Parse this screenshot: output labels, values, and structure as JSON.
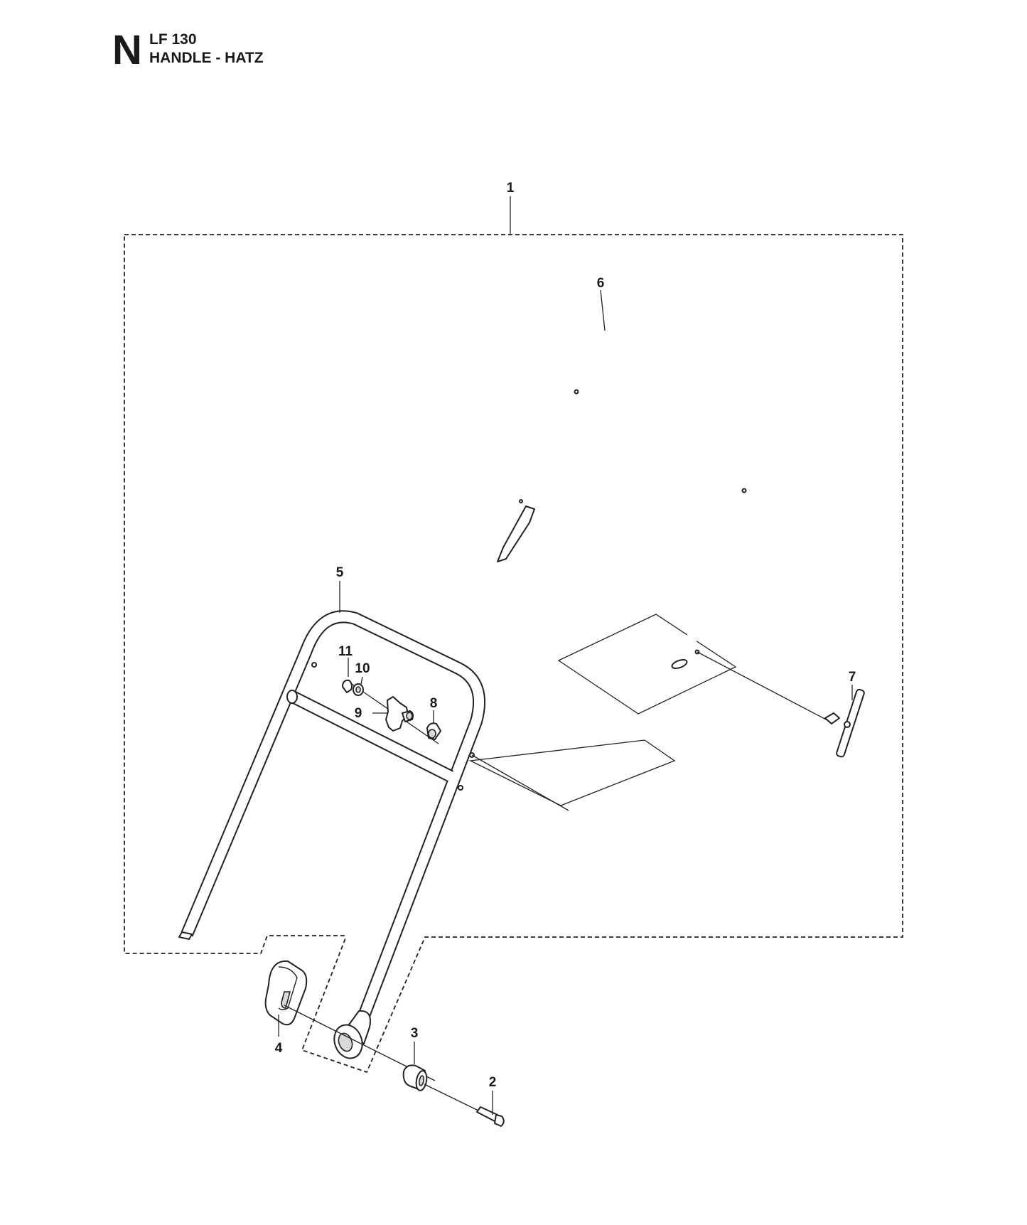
{
  "header": {
    "section_letter": "N",
    "model": "LF 130",
    "title": "HANDLE - HATZ"
  },
  "callouts": [
    "1",
    "2",
    "3",
    "4",
    "5",
    "6",
    "7",
    "8",
    "9",
    "10",
    "11"
  ]
}
